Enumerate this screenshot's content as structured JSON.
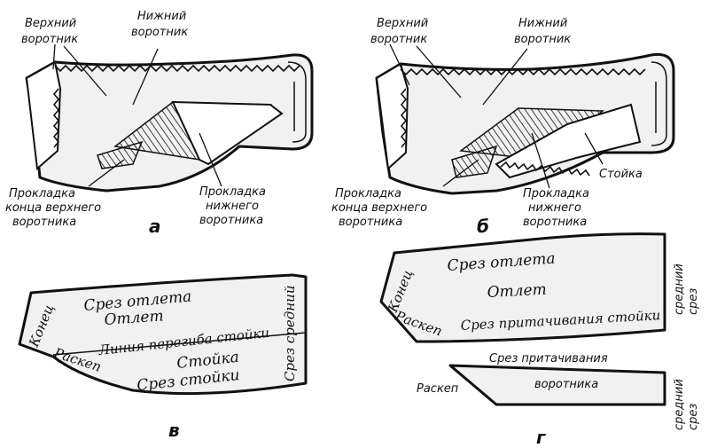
{
  "panel_a": {
    "upper_collar": "Верхний воротник",
    "lower_collar": "Нижний воротник",
    "interfacing_end_upper": "Прокладка конца верхнего воротника",
    "interfacing_lower": "Прокладка нижнего воротника",
    "letter": "а"
  },
  "panel_b": {
    "upper_collar": "Верхний воротник",
    "lower_collar": "Нижний воротник",
    "stand": "Стойка",
    "interfacing_end_upper": "Прокладка конца верхнего воротника",
    "interfacing_lower": "Прокладка нижнего воротника",
    "letter": "б"
  },
  "panel_v": {
    "fall_edge": "Срез отлета",
    "fall": "Отлет",
    "fold_line": "Линия перегиба стойки",
    "stand": "Стойка",
    "stand_edge": "Срез стойки",
    "end": "Конец",
    "notch": "Раскеп",
    "middle_edge": "Срез средний",
    "letter": "в"
  },
  "panel_g": {
    "fall_edge": "Срез отлета",
    "fall": "Отлет",
    "end": "Конец",
    "notch": "Раскеп",
    "stand_attach_edge": "Срез притачивания стойки",
    "middle_edge_top": "средний срез",
    "collar_attach_edge": "Срез притачивания",
    "collar": "воротника",
    "notch_small": "Раскеп",
    "middle_edge_bottom": "средний срез",
    "letter": "г"
  }
}
